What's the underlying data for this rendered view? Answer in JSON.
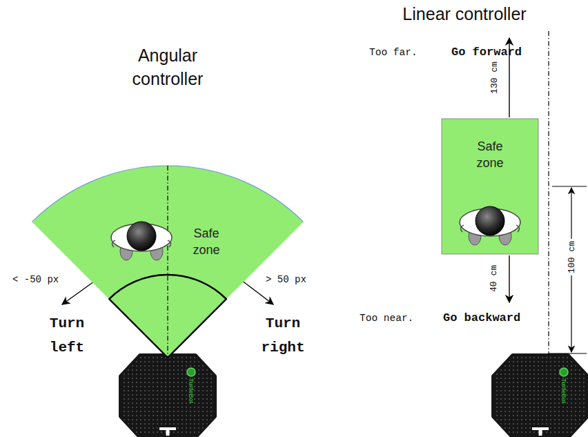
{
  "diagram": {
    "nodes": [
      {
        "text": [
          "Safe zone"
        ]
      },
      {
        "text": [
          "Safe zone"
        ]
      }
    ],
    "labels": [
      "Angular controller",
      "< -50 px",
      "> 50 px",
      "Turn left",
      "Turn right",
      "Linear controller",
      "Too far.",
      "Go forward",
      "130 cm",
      "40 cm",
      "Too near.",
      "Go backward",
      "100 cm",
      "TurtleBot",
      "TurtleBot"
    ]
  }
}
